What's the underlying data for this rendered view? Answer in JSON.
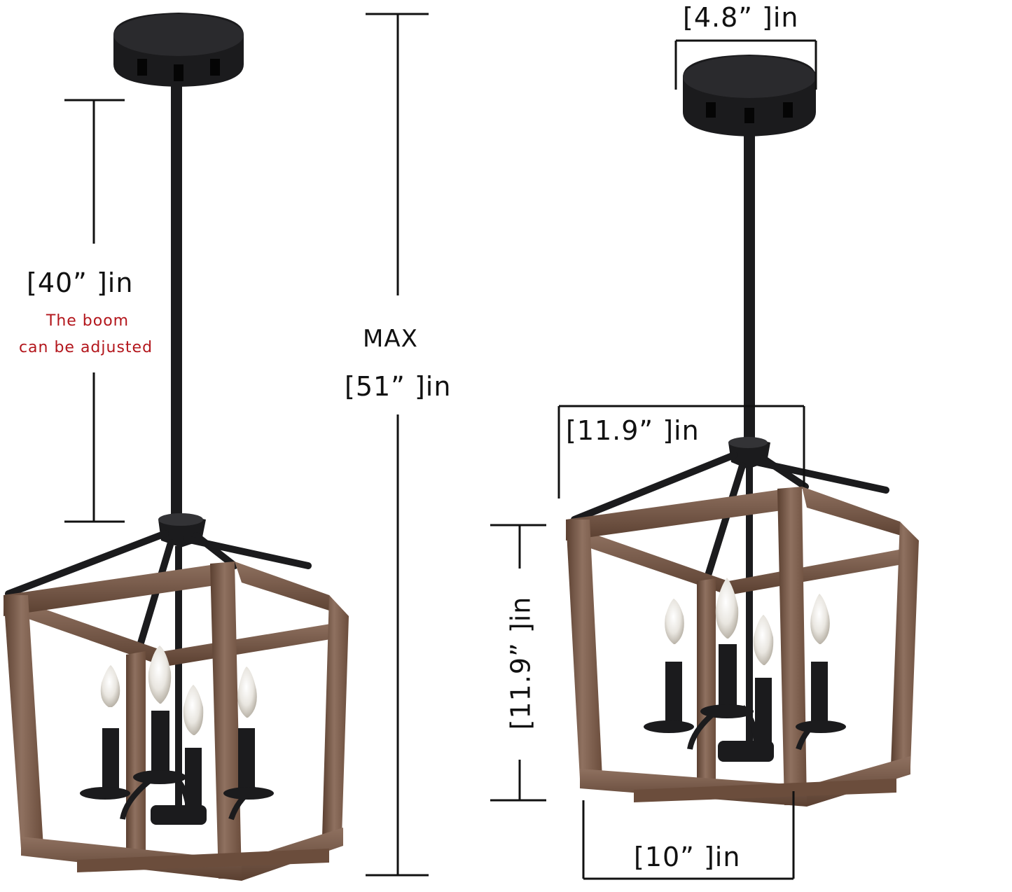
{
  "dimensions": {
    "boom_length": "[40” ]in",
    "boom_note_line1": "The boom",
    "boom_note_line2": "can be adjusted",
    "max_label": "MAX",
    "max_height": "[51” ]in",
    "canopy_width": "[4.8” ]in",
    "cage_width": "[11.9” ]in",
    "cage_height": "[11.9” ]in",
    "base_width": "[10” ]in"
  },
  "colors": {
    "metal": "#1b1b1d",
    "wood_light": "#8a6a55",
    "wood_dark": "#5a3f30",
    "note_red": "#b3161c",
    "dimension_line": "#111111"
  }
}
